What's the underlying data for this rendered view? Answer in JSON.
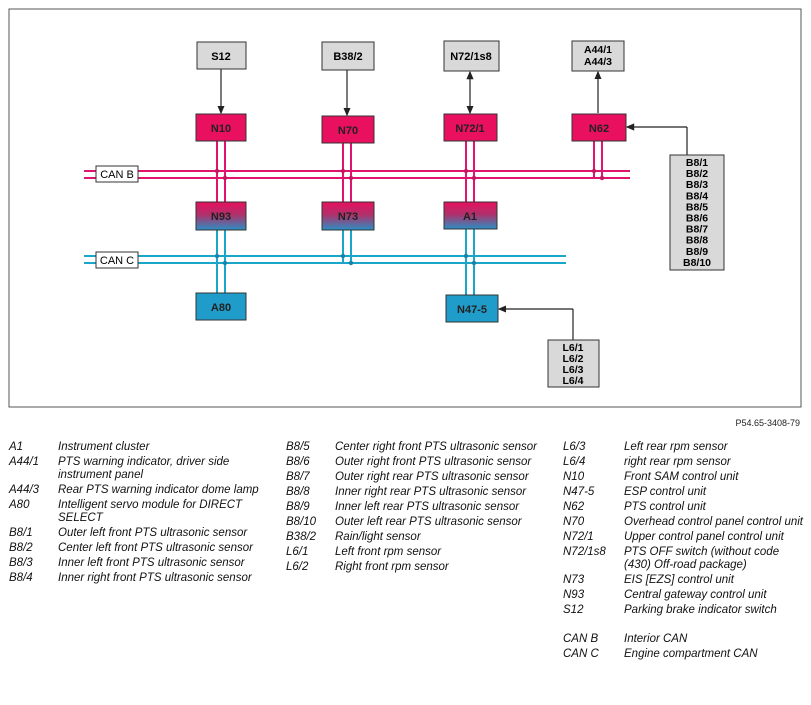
{
  "diagram": {
    "ref_code": "P54.65-3408-79",
    "buses": {
      "can_b": "CAN B",
      "can_c": "CAN C"
    },
    "boxes": {
      "s12": "S12",
      "b38_2": "B38/2",
      "n72_1s8": "N72/1s8",
      "a44_1": "A44/1",
      "a44_3": "A44/3",
      "n10": "N10",
      "n70": "N70",
      "n72_1": "N72/1",
      "n62": "N62",
      "n93": "N93",
      "n73": "N73",
      "a1": "A1",
      "a80": "A80",
      "n47_5": "N47-5",
      "b8_list": [
        "B8/1",
        "B8/2",
        "B8/3",
        "B8/4",
        "B8/5",
        "B8/6",
        "B8/7",
        "B8/8",
        "B8/9",
        "B8/10"
      ],
      "l6_list": [
        "L6/1",
        "L6/2",
        "L6/3",
        "L6/4"
      ]
    },
    "colors": {
      "can_b_line": "#e0136e",
      "can_c_line": "#1aa6c8",
      "red_module": "#e8105f",
      "cyan_module": "#1f9cc9",
      "gray_box": "#d9d9d9"
    }
  },
  "legend": {
    "col1": [
      {
        "code": "A1",
        "desc": "Instrument cluster"
      },
      {
        "code": "A44/1",
        "desc": "PTS warning indicator, driver side instrument panel"
      },
      {
        "code": "A44/3",
        "desc": "Rear PTS warning indicator dome lamp"
      },
      {
        "code": "A80",
        "desc": "Intelligent servo module for DIRECT SELECT"
      },
      {
        "code": "B8/1",
        "desc": "Outer left front PTS ultrasonic sensor"
      },
      {
        "code": "B8/2",
        "desc": "Center left front PTS ultrasonic sensor"
      },
      {
        "code": "B8/3",
        "desc": "Inner left front PTS ultrasonic sensor"
      },
      {
        "code": "B8/4",
        "desc": "Inner right front PTS ultrasonic sensor"
      }
    ],
    "col2": [
      {
        "code": "B8/5",
        "desc": "Center right front PTS ultrasonic sensor"
      },
      {
        "code": "B8/6",
        "desc": "Outer right front PTS ultrasonic sensor"
      },
      {
        "code": "B8/7",
        "desc": "Outer right rear PTS ultrasonic sensor"
      },
      {
        "code": "B8/8",
        "desc": "Inner right rear PTS ultrasonic sensor"
      },
      {
        "code": "B8/9",
        "desc": "Inner left rear PTS ultrasonic sensor"
      },
      {
        "code": "B8/10",
        "desc": "Outer left rear PTS ultrasonic sensor"
      },
      {
        "code": "B38/2",
        "desc": "Rain/light sensor"
      },
      {
        "code": "L6/1",
        "desc": "Left front rpm sensor"
      },
      {
        "code": "L6/2",
        "desc": "Right front rpm sensor"
      }
    ],
    "col3": [
      {
        "code": "L6/3",
        "desc": "Left rear rpm sensor"
      },
      {
        "code": "L6/4",
        "desc": "right rear rpm sensor"
      },
      {
        "code": "N10",
        "desc": "Front SAM control unit"
      },
      {
        "code": "N47-5",
        "desc": "ESP control unit"
      },
      {
        "code": "N62",
        "desc": "PTS control unit"
      },
      {
        "code": "N70",
        "desc": "Overhead control panel control unit"
      },
      {
        "code": "N72/1",
        "desc": "Upper control panel control unit"
      },
      {
        "code": "N72/1s8",
        "desc": "PTS OFF switch (without code (430) Off-road package)"
      },
      {
        "code": "N73",
        "desc": "EIS [EZS] control unit"
      },
      {
        "code": "N93",
        "desc": "Central gateway control unit"
      },
      {
        "code": "S12",
        "desc": "Parking brake indicator switch"
      }
    ],
    "col3_bus": [
      {
        "code": "CAN B",
        "desc": "Interior CAN"
      },
      {
        "code": "CAN C",
        "desc": "Engine compartment CAN"
      }
    ]
  }
}
